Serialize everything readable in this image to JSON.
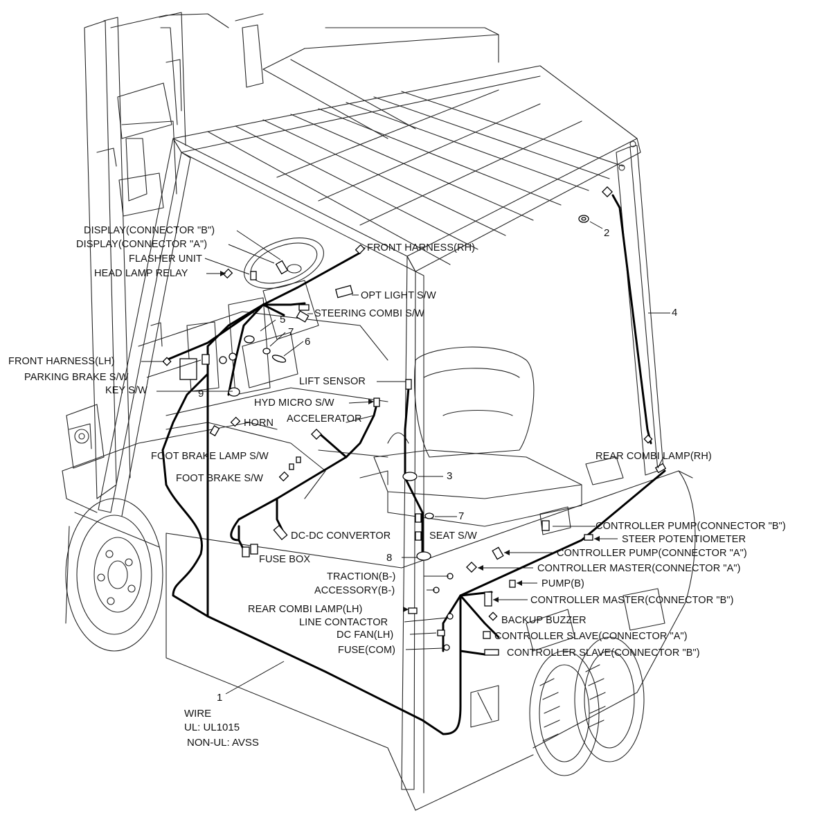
{
  "labels": {
    "display_b": "DISPLAY(CONNECTOR \"B\")",
    "display_a": "DISPLAY(CONNECTOR \"A\")",
    "flasher_unit": "FLASHER UNIT",
    "head_lamp_relay": "HEAD LAMP RELAY",
    "front_harness_rh": "FRONT HARNESS(RH)",
    "opt_light_sw": "OPT LIGHT S/W",
    "steering_combi_sw": "STEERING COMBI S/W",
    "front_harness_lh": "FRONT HARNESS(LH)",
    "parking_brake_sw": "PARKING BRAKE S/W",
    "key_sw": "KEY S/W",
    "lift_sensor": "LIFT SENSOR",
    "hyd_micro_sw": "HYD MICRO S/W",
    "horn": "HORN",
    "accelerator": "ACCELERATOR",
    "foot_brake_lamp_sw": "FOOT BRAKE LAMP S/W",
    "foot_brake_sw": "FOOT BRAKE S/W",
    "rear_combi_lamp_rh": "REAR COMBI LAMP(RH)",
    "dc_dc_convertor": "DC-DC CONVERTOR",
    "seat_sw": "SEAT S/W",
    "fuse_box": "FUSE BOX",
    "controller_pump_b": "CONTROLLER PUMP(CONNECTOR \"B\")",
    "steer_potentiometer": "STEER POTENTIOMETER",
    "controller_pump_a": "CONTROLLER PUMP(CONNECTOR \"A\")",
    "traction_b": "TRACTION(B-)",
    "controller_master_a": "CONTROLLER MASTER(CONNECTOR \"A\")",
    "pump_b": "PUMP(B)",
    "accessory_b": "ACCESSORY(B-)",
    "controller_master_b": "CONTROLLER MASTER(CONNECTOR \"B\")",
    "rear_combi_lamp_lh": "REAR COMBI LAMP(LH)",
    "backup_buzzer": "BACKUP BUZZER",
    "line_contactor": "LINE CONTACTOR",
    "dc_fan_lh": "DC FAN(LH)",
    "controller_slave_a": "CONTROLLER SLAVE(CONNECTOR \"A\")",
    "fuse_com": "FUSE(COM)",
    "controller_slave_b": "CONTROLLER SLAVE(CONNECTOR  \"B\")"
  },
  "callouts": {
    "c1": "1",
    "c2": "2",
    "c3": "3",
    "c4": "4",
    "c5": "5",
    "c6": "6",
    "c7_upper": "7",
    "c7_lower": "7",
    "c8": "8",
    "c9": "9"
  },
  "wire_note": {
    "title": "WIRE",
    "ul": "UL: UL1015",
    "non_ul": "NON-UL: AVSS"
  }
}
